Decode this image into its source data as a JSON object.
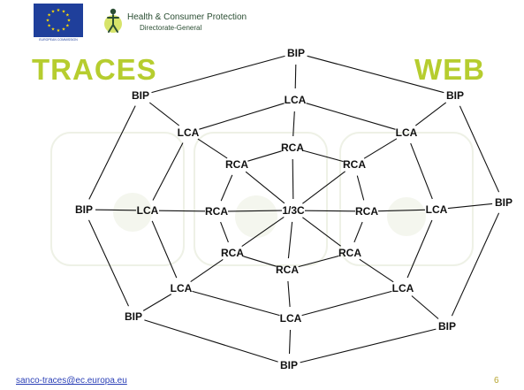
{
  "header": {
    "eu_caption": "EUROPEAN COMMISSION",
    "hcp_line1": "Health & Consumer Protection",
    "hcp_line2": "Directorate-General"
  },
  "title": {
    "left": "TRACES",
    "right": "WEB"
  },
  "diagram": {
    "center": "1/3C",
    "rca_nodes": [
      "RCA",
      "RCA",
      "RCA",
      "RCA",
      "RCA",
      "RCA",
      "RCA",
      "RCA"
    ],
    "lca_nodes": [
      "LCA",
      "LCA",
      "LCA",
      "LCA",
      "LCA",
      "LCA",
      "LCA",
      "LCA"
    ],
    "bip_nodes": [
      "BIP",
      "BIP",
      "BIP",
      "BIP",
      "BIP",
      "BIP",
      "BIP",
      "BIP"
    ]
  },
  "footer": {
    "email": "sanco-traces@ec.europa.eu",
    "page_number": "6"
  },
  "colors": {
    "title_green": "#b6cd2f",
    "eu_blue": "#1f3f9b",
    "link_blue": "#2a3fb6"
  }
}
